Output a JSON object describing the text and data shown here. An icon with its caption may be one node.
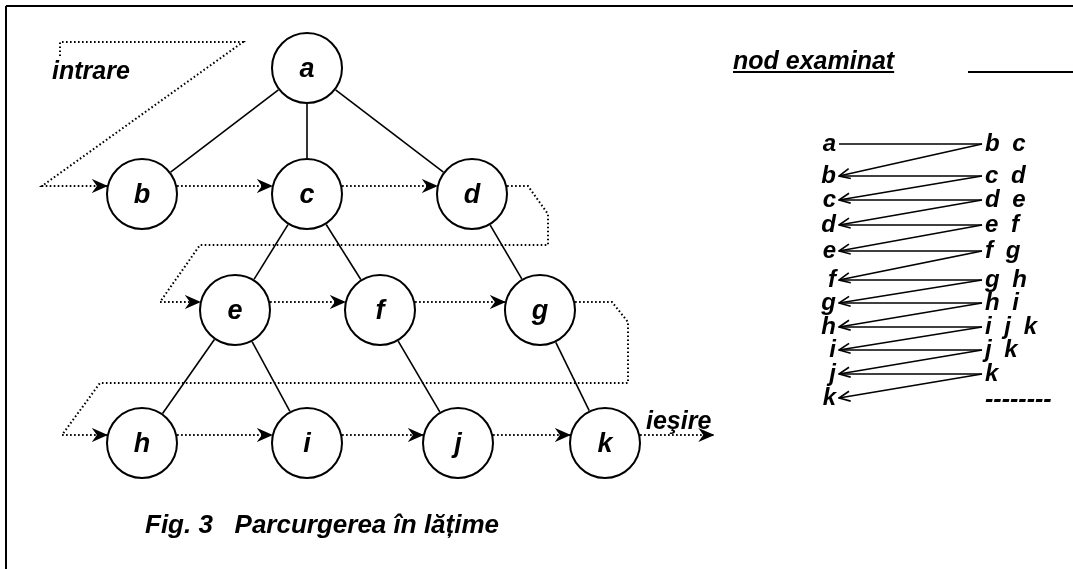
{
  "diagram": {
    "caption": "Fig. 3   Parcurgerea în lățime",
    "nodes": [
      {
        "text": [
          "a"
        ]
      },
      {
        "text": [
          "b"
        ]
      },
      {
        "text": [
          "c"
        ]
      },
      {
        "text": [
          "d"
        ]
      },
      {
        "text": [
          "e"
        ]
      },
      {
        "text": [
          "f"
        ]
      },
      {
        "text": [
          "g"
        ]
      },
      {
        "text": [
          "h"
        ]
      },
      {
        "text": [
          "i"
        ]
      },
      {
        "text": [
          "j"
        ]
      },
      {
        "text": [
          "k"
        ]
      },
      {
        "text": [
          "a"
        ]
      },
      {
        "text": [
          "b"
        ]
      },
      {
        "text": [
          "c"
        ]
      },
      {
        "text": [
          "d"
        ]
      },
      {
        "text": [
          "e"
        ]
      },
      {
        "text": [
          "f"
        ]
      },
      {
        "text": [
          "g"
        ]
      },
      {
        "text": [
          "h"
        ]
      },
      {
        "text": [
          "i"
        ]
      },
      {
        "text": [
          "j"
        ]
      },
      {
        "text": [
          "k"
        ]
      },
      {
        "text": [
          "b c"
        ]
      },
      {
        "text": [
          "c d"
        ]
      },
      {
        "text": [
          "d e"
        ]
      },
      {
        "text": [
          "e f"
        ]
      },
      {
        "text": [
          "f g"
        ]
      },
      {
        "text": [
          "g h"
        ]
      },
      {
        "text": [
          "h i"
        ]
      },
      {
        "text": [
          "i j k"
        ]
      },
      {
        "text": [
          "j k"
        ]
      },
      {
        "text": [
          "k"
        ]
      },
      {
        "text": [
          "intrare"
        ]
      },
      {
        "text": [
          "ieşire"
        ]
      }
    ],
    "edges": [
      {
        "from": 0,
        "to": 1,
        "arrow": "none"
      },
      {
        "from": 0,
        "to": 2,
        "arrow": "none"
      },
      {
        "from": 0,
        "to": 3,
        "arrow": "none"
      },
      {
        "from": 2,
        "to": 4,
        "arrow": "none"
      },
      {
        "from": 2,
        "to": 5,
        "arrow": "none"
      },
      {
        "from": 3,
        "to": 6,
        "arrow": "none"
      },
      {
        "from": 4,
        "to": 7,
        "arrow": "none"
      },
      {
        "from": 4,
        "to": 8,
        "arrow": "none"
      },
      {
        "from": 5,
        "to": 9,
        "arrow": "none"
      },
      {
        "from": 6,
        "to": 10,
        "arrow": "none"
      },
      {
        "from": 32,
        "to": 1,
        "arrow": "to",
        "style": "dashed"
      },
      {
        "from": 1,
        "to": 2,
        "arrow": "to",
        "style": "dashed"
      },
      {
        "from": 2,
        "to": 3,
        "arrow": "to",
        "style": "dashed"
      },
      {
        "from": 3,
        "to": 4,
        "arrow": "to",
        "style": "dashed"
      },
      {
        "from": 4,
        "to": 5,
        "arrow": "to",
        "style": "dashed"
      },
      {
        "from": 5,
        "to": 6,
        "arrow": "to",
        "style": "dashed"
      },
      {
        "from": 6,
        "to": 7,
        "arrow": "to",
        "style": "dashed"
      },
      {
        "from": 7,
        "to": 8,
        "arrow": "to",
        "style": "dashed"
      },
      {
        "from": 8,
        "to": 9,
        "arrow": "to",
        "style": "dashed"
      },
      {
        "from": 9,
        "to": 10,
        "arrow": "to",
        "style": "dashed"
      },
      {
        "from": 10,
        "to": 33,
        "arrow": "to",
        "style": "dashed"
      },
      {
        "from": 22,
        "to": 11,
        "arrow": "none"
      },
      {
        "from": 22,
        "to": 12,
        "arrow": "to"
      },
      {
        "from": 23,
        "to": 12,
        "arrow": "none"
      },
      {
        "from": 23,
        "to": 13,
        "arrow": "to"
      },
      {
        "from": 24,
        "to": 13,
        "arrow": "none"
      },
      {
        "from": 24,
        "to": 14,
        "arrow": "to"
      },
      {
        "from": 25,
        "to": 14,
        "arrow": "none"
      },
      {
        "from": 25,
        "to": 15,
        "arrow": "to"
      },
      {
        "from": 26,
        "to": 15,
        "arrow": "none"
      },
      {
        "from": 26,
        "to": 16,
        "arrow": "to"
      },
      {
        "from": 27,
        "to": 16,
        "arrow": "none"
      },
      {
        "from": 27,
        "to": 17,
        "arrow": "to"
      },
      {
        "from": 28,
        "to": 17,
        "arrow": "none"
      },
      {
        "from": 28,
        "to": 18,
        "arrow": "to"
      },
      {
        "from": 29,
        "to": 18,
        "arrow": "none"
      },
      {
        "from": 29,
        "to": 19,
        "arrow": "to"
      },
      {
        "from": 30,
        "to": 19,
        "arrow": "none"
      },
      {
        "from": 30,
        "to": 20,
        "arrow": "to"
      },
      {
        "from": 31,
        "to": 20,
        "arrow": "none"
      },
      {
        "from": 31,
        "to": 21,
        "arrow": "to"
      }
    ],
    "labels": [
      "nod examinat",
      "--------"
    ]
  }
}
